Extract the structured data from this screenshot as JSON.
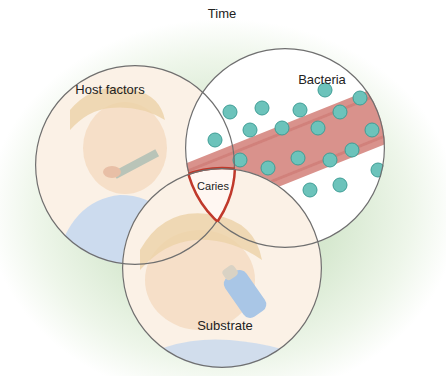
{
  "diagram": {
    "nodes": [
      {
        "text": [
          "Host factors"
        ]
      },
      {
        "text": [
          "Bacteria"
        ]
      },
      {
        "text": [
          "Caries"
        ]
      },
      {
        "text": [
          "Substrate"
        ]
      }
    ],
    "labels": [
      "Time"
    ]
  }
}
